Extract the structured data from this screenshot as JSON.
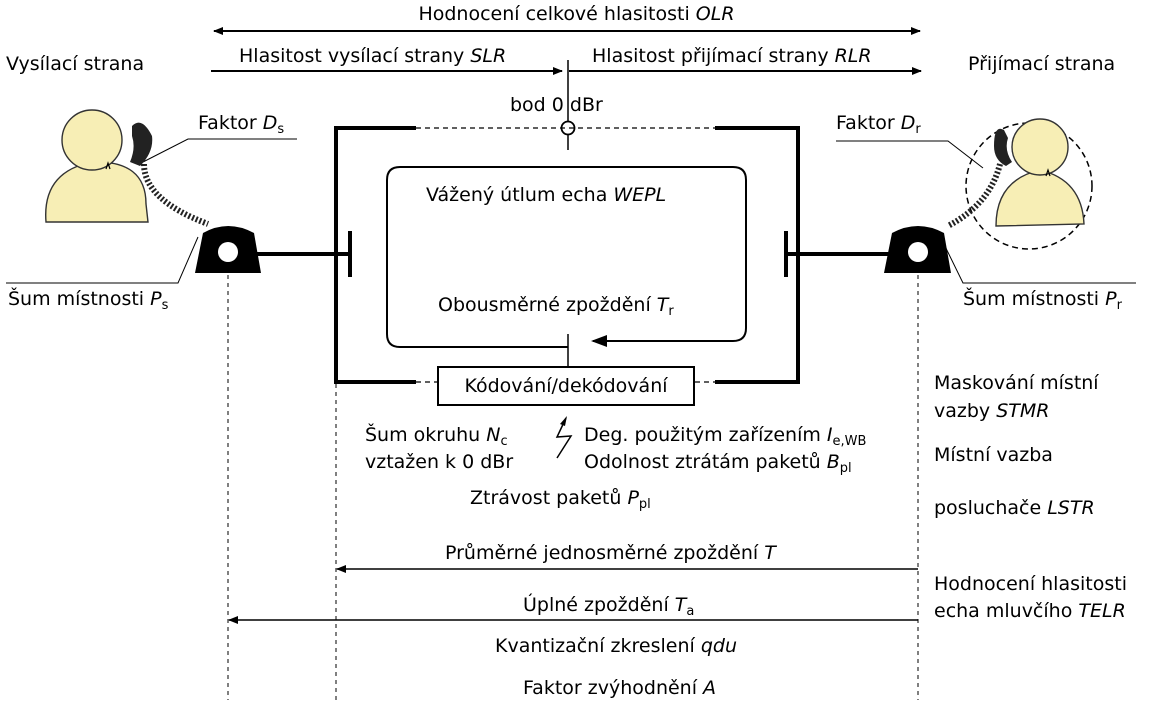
{
  "colors": {
    "skin": "#f7eeb5",
    "line": "#000000",
    "background": "#ffffff"
  },
  "icons": [
    "person-sender-icon",
    "person-receiver-icon",
    "telephone-icon",
    "terminal-bar-icon",
    "bod-circle-icon",
    "lightning-icon"
  ],
  "top": {
    "olr": {
      "text": "Hodnocení celkové hlasitosti ",
      "var": "OLR"
    },
    "slr": {
      "text": "Hlasitost vysílací strany ",
      "var": "SLR"
    },
    "rlr": {
      "text": "Hlasitost přijímací strany ",
      "var": "RLR"
    },
    "sender_side": "Vysílací strana",
    "receiver_side": "Přijímací strana",
    "bod": "bod 0 dBr"
  },
  "left": {
    "factor": {
      "text": "Faktor ",
      "var": "D",
      "sub": "s"
    },
    "noise": {
      "text": "Šum místnosti ",
      "var": "P",
      "sub": "s"
    }
  },
  "right": {
    "factor": {
      "text": "Faktor ",
      "var": "D",
      "sub": "r"
    },
    "noise": {
      "text": "Šum místnosti ",
      "var": "P",
      "sub": "r"
    }
  },
  "center": {
    "wepl": {
      "text": "Vážený útlum echa ",
      "var": "WEPL"
    },
    "tr": {
      "text": "Obousměrné zpoždění ",
      "var": "T",
      "sub": "r"
    },
    "codec": "Kódování/dekódování",
    "nc_line1": {
      "text": "Šum okruhu ",
      "var": "N",
      "sub": "c"
    },
    "nc_line2": "vztažen k 0 dBr",
    "ie": {
      "text": "Deg. použitým zařízením ",
      "var": "I",
      "sub": "e,WB"
    },
    "bpl": {
      "text": "Odolnost ztrátám paketů ",
      "var": "B",
      "sub": "pl"
    },
    "ppl": {
      "text": "Ztrávost paketů ",
      "var": "P",
      "sub": "pl"
    }
  },
  "params_right": {
    "stmr_line1": "Maskování místní",
    "stmr_line2": {
      "text": "vazby ",
      "var": "STMR"
    },
    "lstr_line1": "Místní vazba",
    "lstr_line2": {
      "text": "posluchače ",
      "var": "LSTR"
    },
    "telr_line1": "Hodnocení hlasitosti",
    "telr_line2": {
      "text": "echa mluvčího ",
      "var": "TELR"
    }
  },
  "bottom": {
    "t_mean": {
      "text": "Průměrné jednosměrné zpoždění ",
      "var": "T"
    },
    "ta": {
      "text": "Úplné zpoždění ",
      "var": "T",
      "sub": "a"
    },
    "qdu": {
      "text": "Kvantizační zkreslení ",
      "var": "qdu"
    },
    "a": {
      "text": "Faktor zvýhodnění ",
      "var": "A"
    }
  }
}
